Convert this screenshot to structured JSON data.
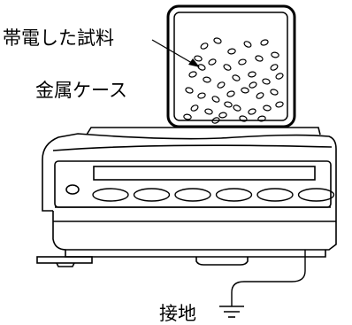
{
  "labels": {
    "charged_sample": "帯電した試料",
    "metal_case": "金属ケース",
    "ground": "接地"
  },
  "colors": {
    "line": "#000000",
    "background": "#ffffff"
  },
  "balance": {
    "key_count": 6
  }
}
